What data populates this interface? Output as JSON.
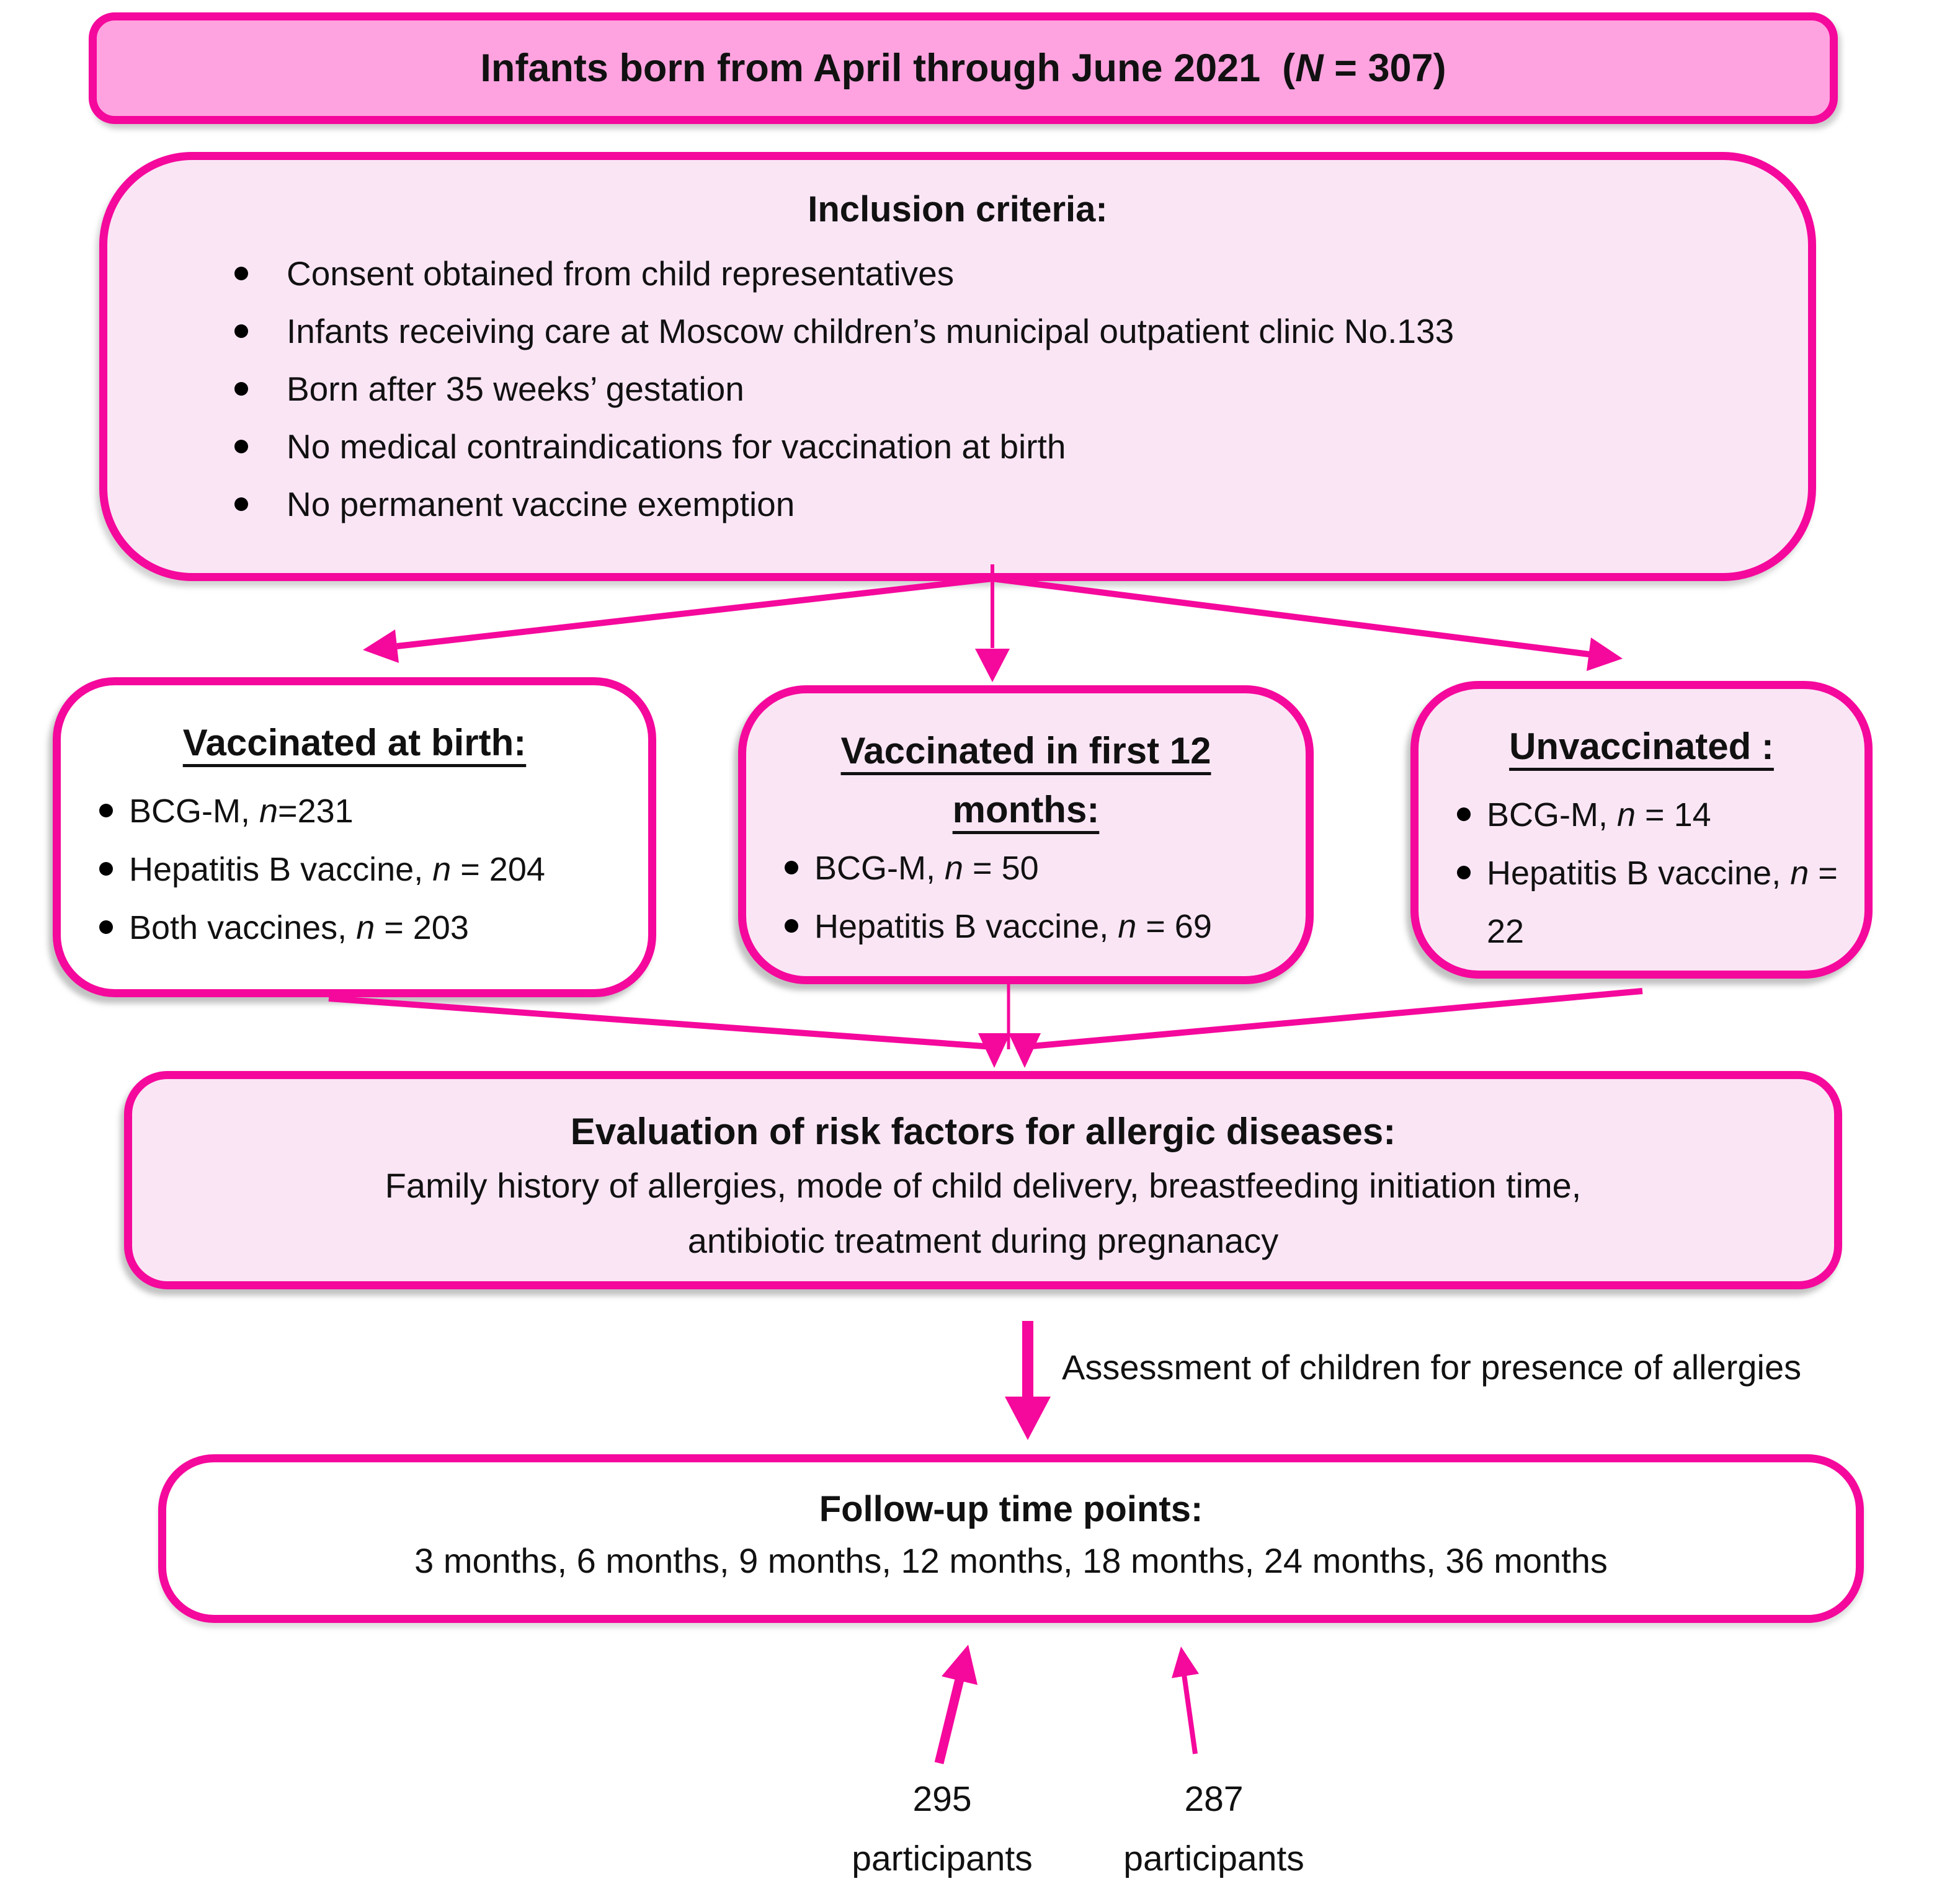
{
  "colors": {
    "magenta_border": "#F5089C",
    "top_box_fill": "#FFA3E0",
    "light_pink_fill": "#FAE5F5",
    "white_fill": "#FFFFFF",
    "text": "#111111"
  },
  "top_box": {
    "text_pre": "Infants born from April through June 2021  (",
    "text_var": "N",
    "text_post": " = 307)"
  },
  "inclusion_box": {
    "title": "Inclusion criteria:",
    "items": [
      "Consent obtained from child representatives",
      "Infants receiving care at Moscow children’s municipal outpatient clinic No.133",
      "Born after 35 weeks’ gestation",
      "No medical contraindications for vaccination at birth",
      "No permanent vaccine exemption"
    ]
  },
  "vaccinated_birth": {
    "title_lines": [
      "Vaccinated at birth:",
      ""
    ],
    "items": [
      {
        "pre": "BCG-M, ",
        "var": "n",
        "post": "=231"
      },
      {
        "pre": "Hepatitis B vaccine, ",
        "var": "n",
        "post": " = 204"
      },
      {
        "pre": "Both vaccines, ",
        "var": "n",
        "post": " = 203"
      }
    ]
  },
  "vaccinated_12m": {
    "title_lines": [
      "Vaccinated in first 12",
      "months:"
    ],
    "items": [
      {
        "pre": "BCG-M, ",
        "var": "n",
        "post": " = 50"
      },
      {
        "pre": "Hepatitis B vaccine, ",
        "var": "n",
        "post": " = 69"
      }
    ]
  },
  "unvaccinated": {
    "title_lines": [
      "Unvaccinated :",
      ""
    ],
    "items": [
      {
        "pre": "BCG-M, ",
        "var": "n",
        "post": " = 14"
      },
      {
        "pre": "Hepatitis B vaccine, ",
        "var": "n",
        "post": " = 22"
      }
    ]
  },
  "evaluation_box": {
    "title": "Evaluation of risk factors for allergic diseases:",
    "lines": [
      "Family history of allergies, mode of child delivery, breastfeeding initiation time,",
      "antibiotic treatment during pregnanacy"
    ]
  },
  "assessment_label": "Assessment of children for presence of allergies",
  "followup_box": {
    "title": "Follow-up time points:",
    "line": "3 months, 6 months, 9 months, 12 months, 18 months, 24 months, 36 months"
  },
  "outcomes": [
    {
      "count": "295",
      "label": "participants"
    },
    {
      "count": "287",
      "label": "participants"
    }
  ]
}
